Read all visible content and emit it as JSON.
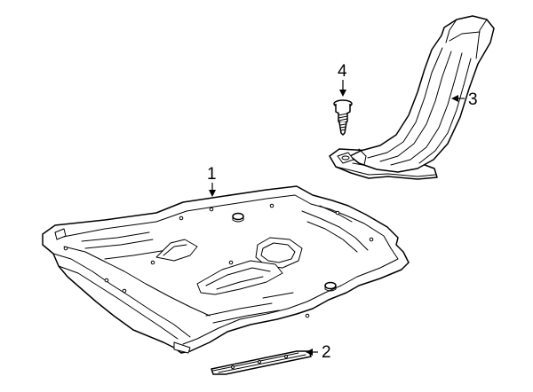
{
  "callouts": [
    {
      "id": "1",
      "label": "1",
      "part": "splash-shield"
    },
    {
      "id": "2",
      "label": "2",
      "part": "rear-support-bracket"
    },
    {
      "id": "3",
      "label": "3",
      "part": "side-duct"
    },
    {
      "id": "4",
      "label": "4",
      "part": "bolt"
    }
  ]
}
